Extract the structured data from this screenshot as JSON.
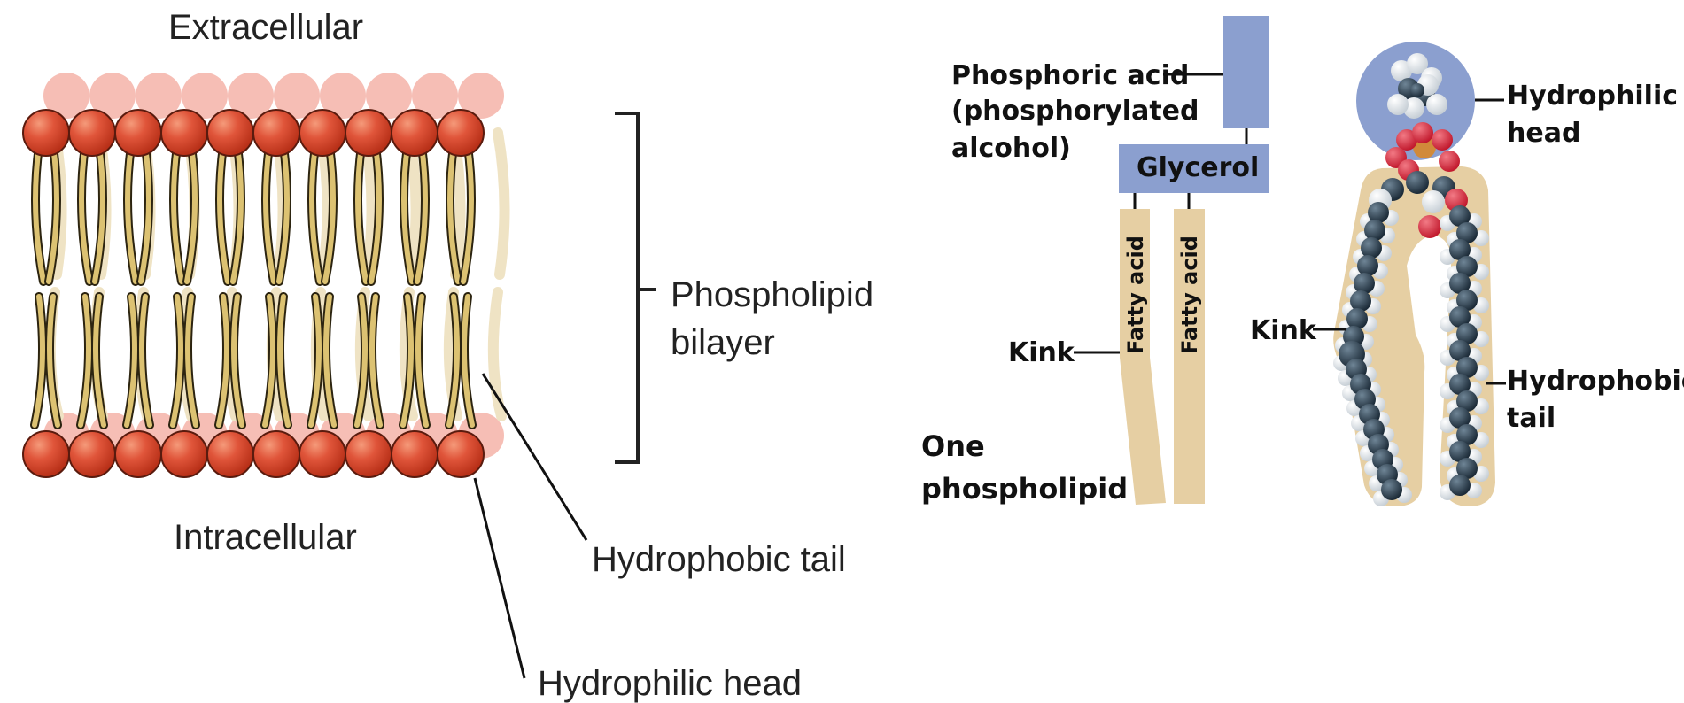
{
  "left_diagram": {
    "top_label": "Extracellular",
    "bottom_label": "Intracellular",
    "bracket_label_line1": "Phospholipid",
    "bracket_label_line2": "bilayer",
    "tail_label": "Hydrophobic tail",
    "head_label": "Hydrophilic head"
  },
  "middle_diagram": {
    "phosphoric_line1": "Phosphoric acid",
    "phosphoric_line2": "(phosphorylated",
    "phosphoric_line3": "alcohol)",
    "glycerol_label": "Glycerol",
    "fatty_acid_1": "Fatty acid",
    "fatty_acid_2": "Fatty acid",
    "kink_label": "Kink",
    "caption_line1": "One",
    "caption_line2": "phospholipid"
  },
  "right_diagram": {
    "head_label_line1": "Hydrophilic",
    "head_label_line2": "head",
    "kink_label": "Kink",
    "tail_label_line1": "Hydrophobic",
    "tail_label_line2": "tail"
  },
  "colors": {
    "head_red": "#d8452a",
    "tail_yellow": "#d9c070",
    "block_blue": "#8b9fcf",
    "tan_tail": "#e6cfa3"
  }
}
